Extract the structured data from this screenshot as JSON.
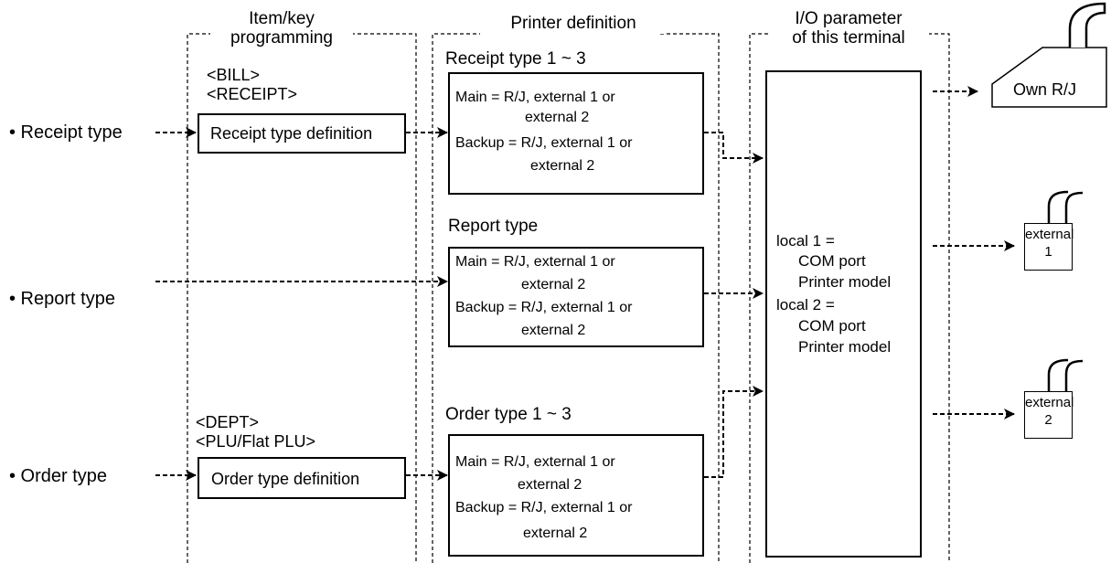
{
  "columns": {
    "item_key": "Item/key\nprogramming",
    "printer_definition": "Printer definition",
    "io_parameter": "I/O parameter\nof this terminal"
  },
  "inputs": {
    "receipt": "• Receipt type",
    "report": "• Report type",
    "order": "• Order type"
  },
  "item_key": {
    "receipt_tags": "<BILL>\n<RECEIPT>",
    "receipt_box": "Receipt type definition",
    "order_tags": "<DEPT>\n<PLU/Flat PLU>",
    "order_box": "Order type definition"
  },
  "printer_definition": {
    "receipt": {
      "title": "Receipt type 1 ~ 3",
      "main_1": "Main = R/J, external 1 or",
      "main_2": "external 2",
      "backup_1": "Backup = R/J, external 1 or",
      "backup_2": "external 2"
    },
    "report": {
      "title": "Report type",
      "main_1": "Main = R/J, external 1 or",
      "main_2": "external 2",
      "backup_1": "Backup = R/J, external 1 or",
      "backup_2": "external 2"
    },
    "order": {
      "title": "Order type 1 ~ 3",
      "main_1": "Main = R/J, external 1 or",
      "main_2": "external 2",
      "backup_1": "Backup = R/J, external 1 or",
      "backup_2": "external 2"
    }
  },
  "io": {
    "local1": "local 1 =",
    "local1_port": "COM port",
    "local1_model": "Printer model",
    "local2": "local 2 =",
    "local2_port": "COM port",
    "local2_model": "Printer model"
  },
  "printers": {
    "own": "Own R/J",
    "ext1_a": "external",
    "ext1_b": "1",
    "ext2_a": "external",
    "ext2_b": "2"
  }
}
